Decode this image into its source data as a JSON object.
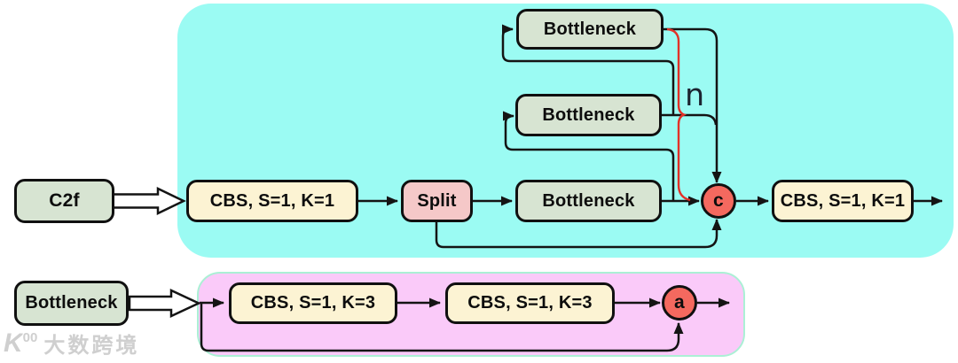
{
  "nodes": {
    "c2f": "C2f",
    "cbs_in": "CBS, S=1, K=1",
    "split": "Split",
    "bottleneck_top": "Bottleneck",
    "bottleneck_mid": "Bottleneck",
    "bottleneck_main": "Bottleneck",
    "concat": "c",
    "cbs_out": "CBS, S=1, K=1",
    "repeat": "n",
    "bottleneck_label": "Bottleneck",
    "cbs_k3_first": "CBS, S=1, K=3",
    "cbs_k3_second": "CBS, S=1, K=3",
    "add": "a"
  },
  "watermark": {
    "logo_k": "K",
    "logo_sup": "00",
    "text": "大数跨境"
  },
  "colors": {
    "panel-top": "#9BFBF3",
    "panel-bottom": "#FACAF9",
    "panel-bottom-border": "#ABF0D5",
    "box-green": "#D7E4D2",
    "box-cream": "#FCF3D3",
    "box-pink": "#F5C8C8",
    "node-red": "#F4695F",
    "line": "#141414",
    "brace-red": "#E23128",
    "repeat-text": "#1C2430",
    "watermark": "#C7C7C7"
  }
}
